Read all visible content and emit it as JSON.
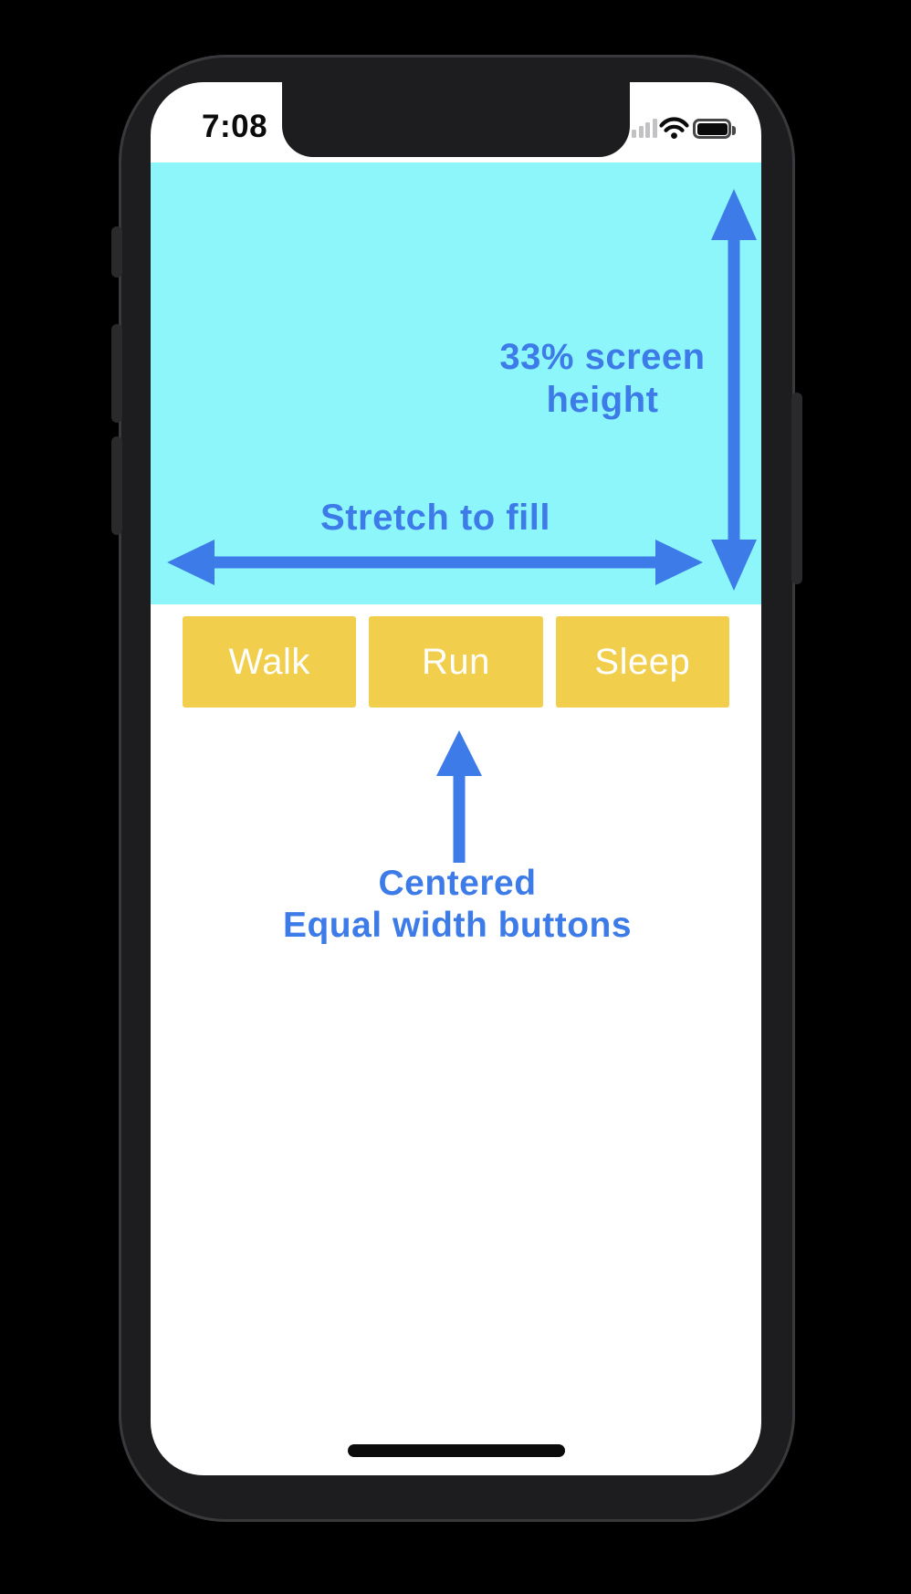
{
  "colors": {
    "accent_blue": "#3D7BE8",
    "hero_cyan": "#8DF6FA",
    "button_yellow": "#F1CE4B",
    "frame_dark": "#1D1D1F",
    "screen_white": "#FFFFFF"
  },
  "status_bar": {
    "time": "7:08",
    "icons": [
      "cellular-signal",
      "wifi",
      "battery-full"
    ]
  },
  "hero": {
    "height_label": "33% screen height",
    "width_label": "Stretch to fill"
  },
  "buttons": [
    {
      "label": "Walk"
    },
    {
      "label": "Run"
    },
    {
      "label": "Sleep"
    }
  ],
  "caption": {
    "line1": "Centered",
    "line2": "Equal width buttons"
  }
}
